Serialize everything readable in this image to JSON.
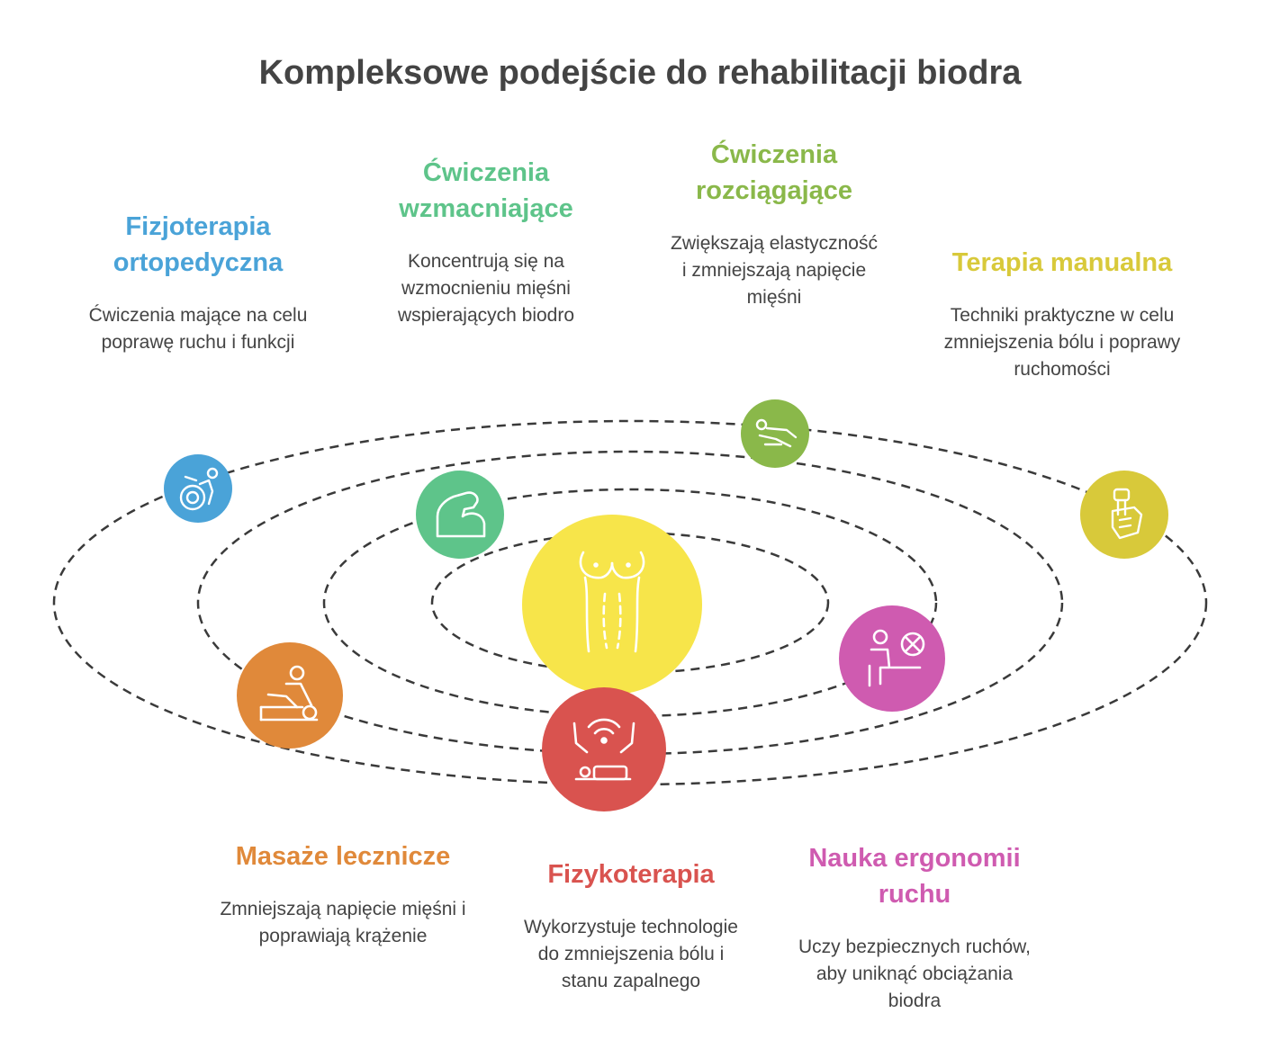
{
  "title": "Kompleksowe podejście do rehabilitacji biodra",
  "center": {
    "icon": "hip-body-icon",
    "color": "#f7e54a"
  },
  "items": [
    {
      "key": "fizjoterapia",
      "title": "Fizjoterapia ortopedyczna",
      "description": "Ćwiczenia mające na celu poprawę ruchu i funkcji",
      "color": "#4aa3d8",
      "icon": "wheelchair-exercise-icon"
    },
    {
      "key": "wzmacniajace",
      "title": "Ćwiczenia wzmacniające",
      "description": "Koncentrują się na wzmocnieniu mięśni wspierających biodro",
      "color": "#5ec48a",
      "icon": "bicep-arm-icon"
    },
    {
      "key": "rozciagajace",
      "title": "Ćwiczenia rozciągające",
      "description": "Zwiększają elastyczność i zmniejszają napięcie mięśni",
      "color": "#8ab84a",
      "icon": "stretching-person-icon"
    },
    {
      "key": "manualna",
      "title": "Terapia manualna",
      "description": "Techniki praktyczne w celu zmniejszenia bólu i poprawy ruchomości",
      "color": "#d8c93a",
      "icon": "hand-massage-tool-icon"
    },
    {
      "key": "masaze",
      "title": "Masaże lecznicze",
      "description": "Zmniejszają napięcie mięśni i poprawiają krążenie",
      "color": "#e0893a",
      "icon": "massage-table-icon"
    },
    {
      "key": "fizykoterapia",
      "title": "Fizykoterapia",
      "description": "Wykorzystuje technologie do zmniejszenia bólu i stanu zapalnego",
      "color": "#d9534f",
      "icon": "therapy-device-icon"
    },
    {
      "key": "ergonomia",
      "title": "Nauka ergonomii ruchu",
      "description": "Uczy bezpiecznych ruchów, aby uniknąć obciążania biodra",
      "color": "#cf5bb0",
      "icon": "ergonomic-posture-icon"
    }
  ]
}
